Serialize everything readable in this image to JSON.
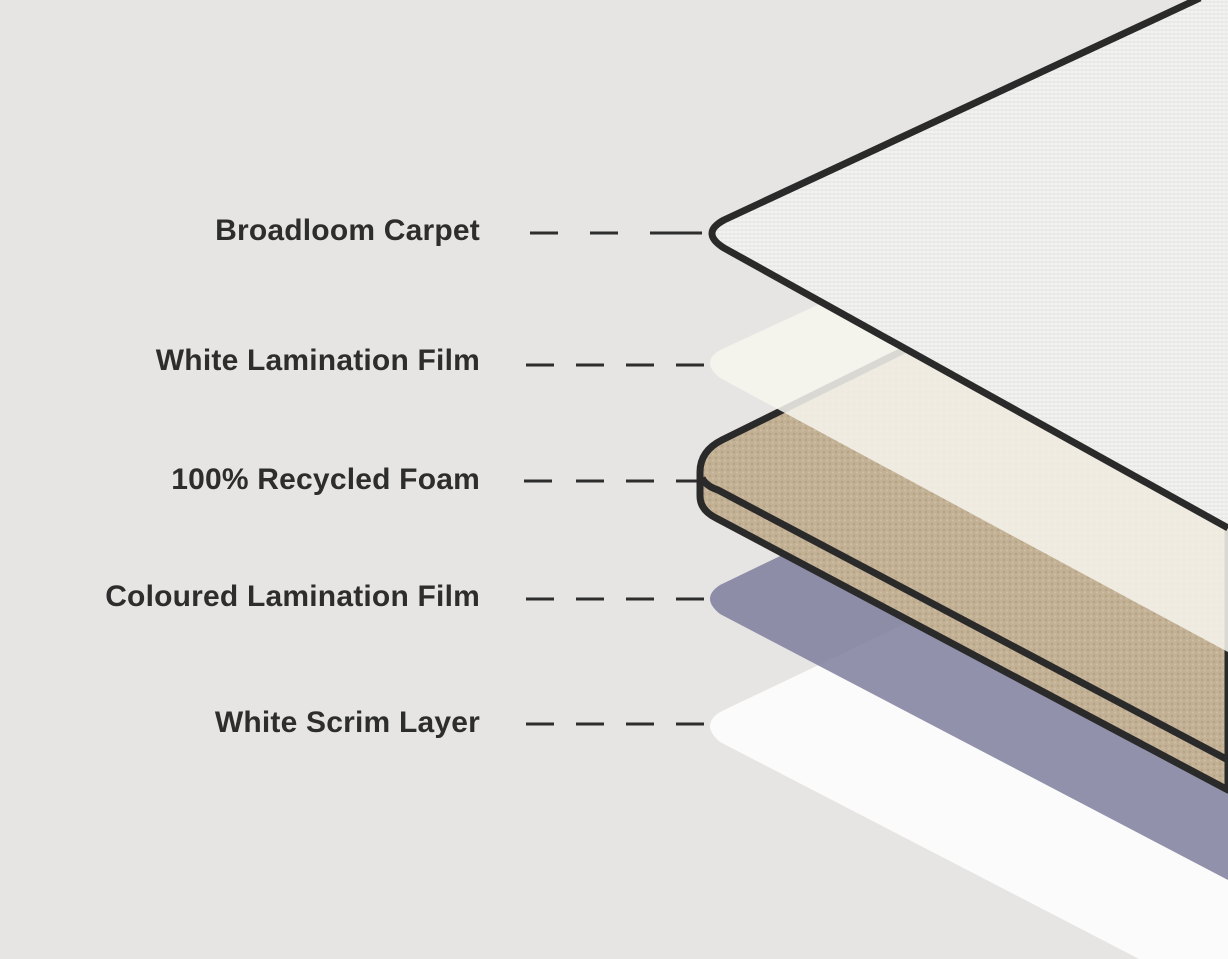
{
  "layers": [
    {
      "label": "Broadloom Carpet",
      "color": "#f2f2f0"
    },
    {
      "label": "White Lamination Film",
      "color": "#f6f4ee"
    },
    {
      "label": "100% Recycled Foam",
      "color": "#c2b093"
    },
    {
      "label": "Coloured Lamination Film",
      "color": "#7e7e9e"
    },
    {
      "label": "White Scrim Layer",
      "color": "#fbfbfb"
    }
  ],
  "outline_color": "#2a2a2a",
  "background": "#e6e5e3"
}
